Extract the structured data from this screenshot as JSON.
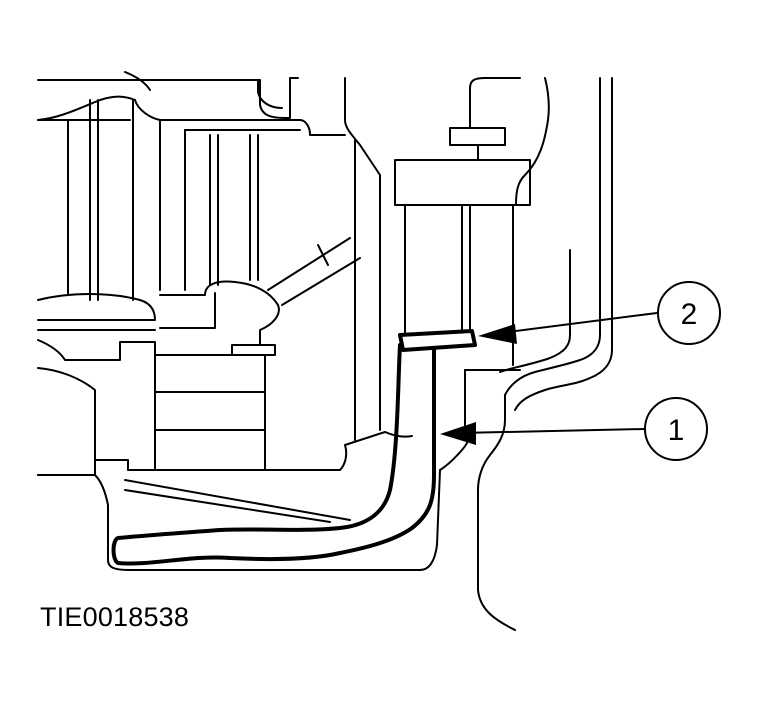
{
  "figure": {
    "id_label": "TIE0018538"
  },
  "callouts": [
    {
      "number": "1",
      "meaning": ""
    },
    {
      "number": "2",
      "meaning": ""
    }
  ],
  "colors": {
    "line": "#000000",
    "background": "#ffffff"
  }
}
